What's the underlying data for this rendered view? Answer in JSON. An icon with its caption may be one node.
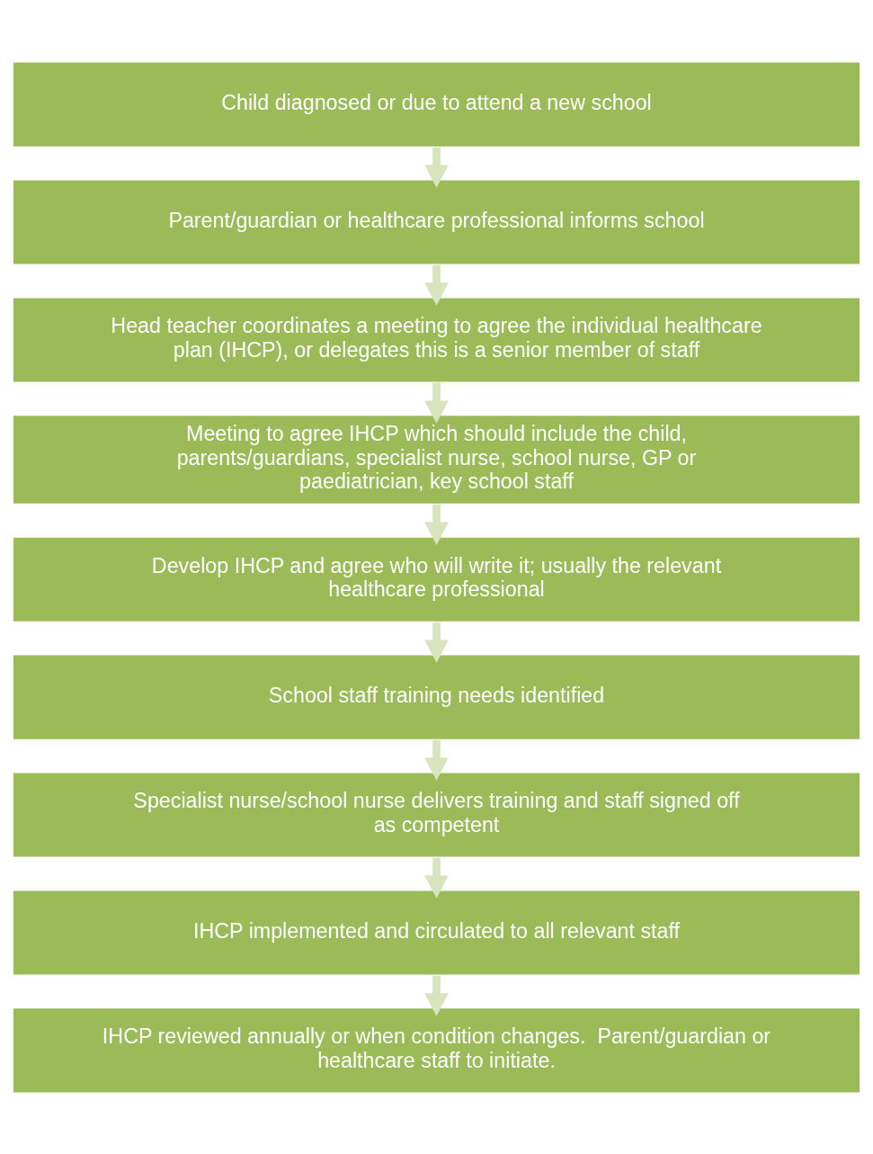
{
  "diagram": {
    "nodes": [
      {
        "text": [
          "Child diagnosed or due to attend a new school"
        ]
      },
      {
        "text": [
          "Parent/guardian or healthcare professional informs school"
        ]
      },
      {
        "text": [
          "Head teacher coordinates a meeting to agree the individual healthcare plan (IHCP), or delegates this is a senior member of staff"
        ]
      },
      {
        "text": [
          "Meeting to agree IHCP which should include the child, parents/guardians, specialist nurse, school nurse, GP or paediatrician, key school staff"
        ]
      },
      {
        "text": [
          "Develop IHCP and agree who will write it; usually the relevant healthcare professional"
        ]
      },
      {
        "text": [
          "School staff training needs identified"
        ]
      },
      {
        "text": [
          "Specialist nurse/school nurse delivers training and staff signed off as competent"
        ]
      },
      {
        "text": [
          "IHCP implemented and circulated to all relevant staff"
        ]
      },
      {
        "text": [
          "IHCP reviewed annually or when condition changes.  Parent/guardian or healthcare staff to initiate."
        ]
      }
    ],
    "edges": [
      {
        "from": 0,
        "to": 1,
        "arrow": "to"
      },
      {
        "from": 1,
        "to": 2,
        "arrow": "to"
      },
      {
        "from": 2,
        "to": 3,
        "arrow": "to"
      },
      {
        "from": 3,
        "to": 4,
        "arrow": "to"
      },
      {
        "from": 4,
        "to": 5,
        "arrow": "to"
      },
      {
        "from": 5,
        "to": 6,
        "arrow": "to"
      },
      {
        "from": 6,
        "to": 7,
        "arrow": "to"
      },
      {
        "from": 7,
        "to": 8,
        "arrow": "to"
      }
    ]
  }
}
